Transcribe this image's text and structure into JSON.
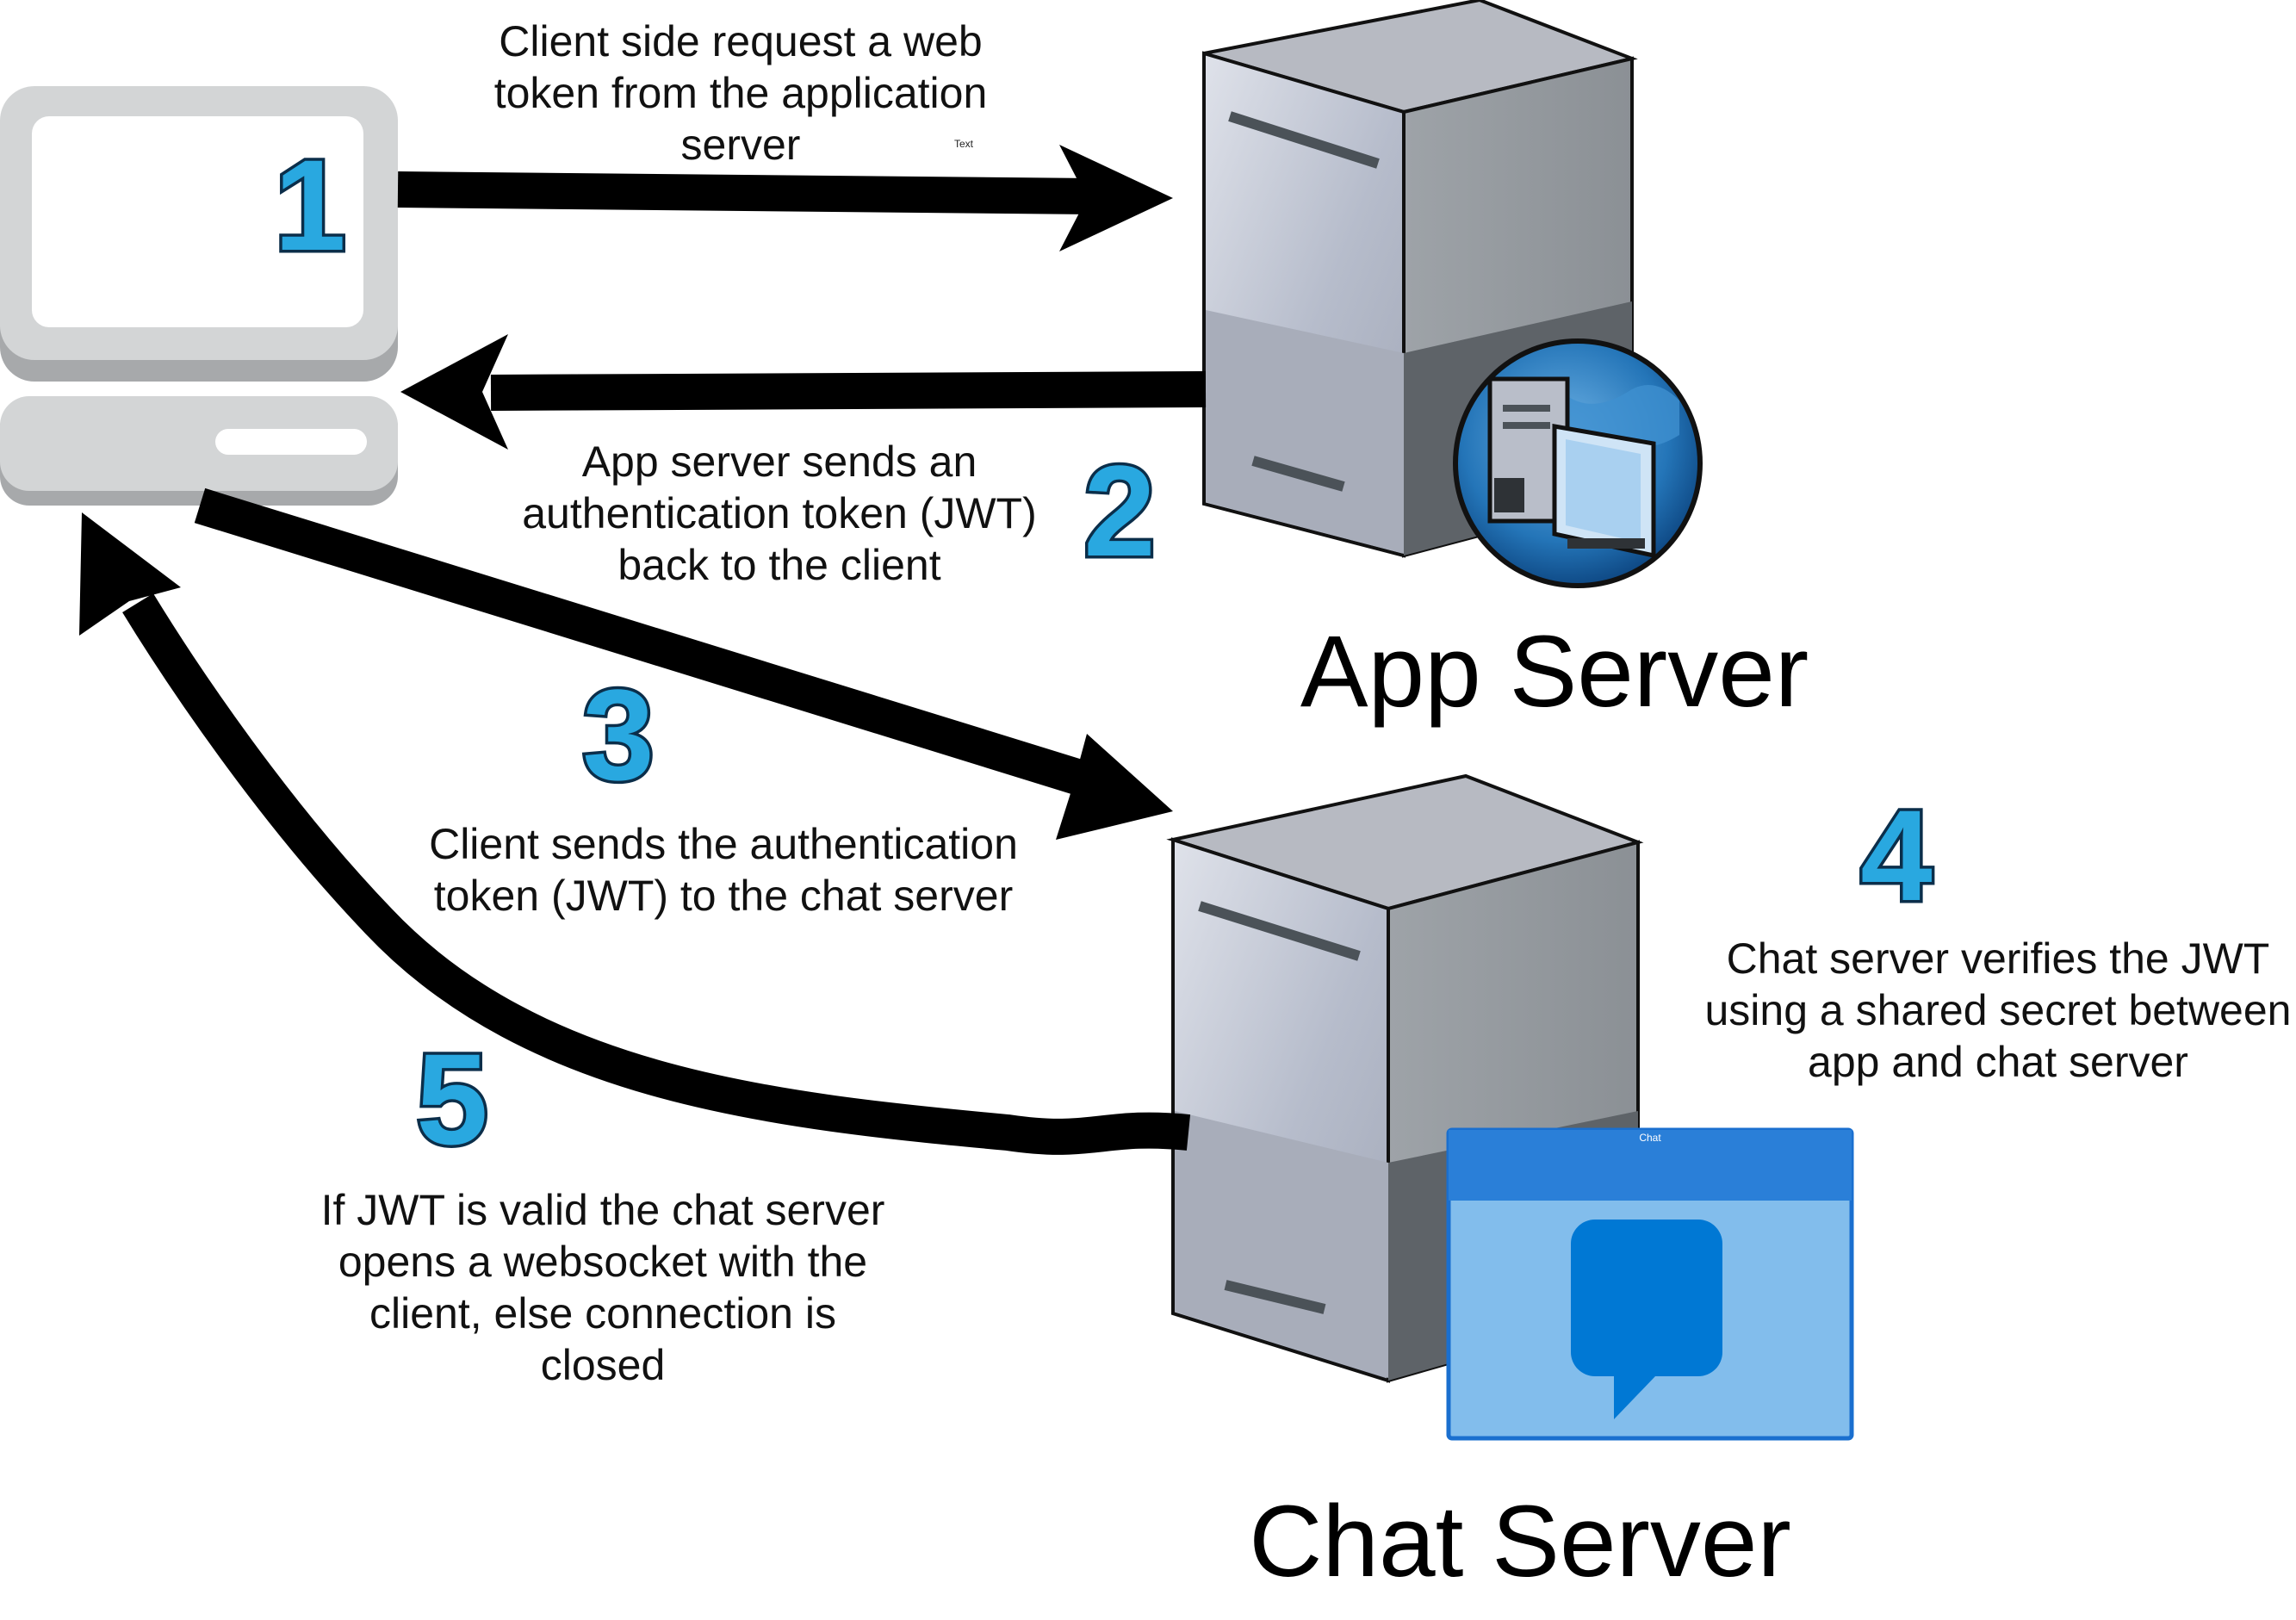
{
  "colors": {
    "arrow": "#000000",
    "number_fill": "#29a8e0",
    "number_stroke": "#0b2e4a",
    "server_front": "#a9b0c0",
    "server_side": "#8e9399",
    "chat_window_bar": "#2a7fd8",
    "chat_window_body": "#82bdec",
    "chat_bubble": "#0078d4"
  },
  "nodes": {
    "client": {
      "label": ""
    },
    "app_server": {
      "label": "App Server"
    },
    "chat_server": {
      "label": "Chat Server",
      "window_title": "Chat"
    }
  },
  "stray_text": "Text",
  "steps": [
    {
      "number": "1",
      "text": "Client side request a web\ntoken from the application\nserver"
    },
    {
      "number": "2",
      "text": "App server sends an\nauthentication token (JWT)\nback to the client"
    },
    {
      "number": "3",
      "text": "Client sends the authentication\ntoken (JWT) to the chat server"
    },
    {
      "number": "4",
      "text": "Chat server verifies the JWT\nusing a shared secret between\napp and chat server"
    },
    {
      "number": "5",
      "text": "If JWT is valid the chat server\nopens a websocket with the\nclient, else connection is\nclosed"
    }
  ]
}
